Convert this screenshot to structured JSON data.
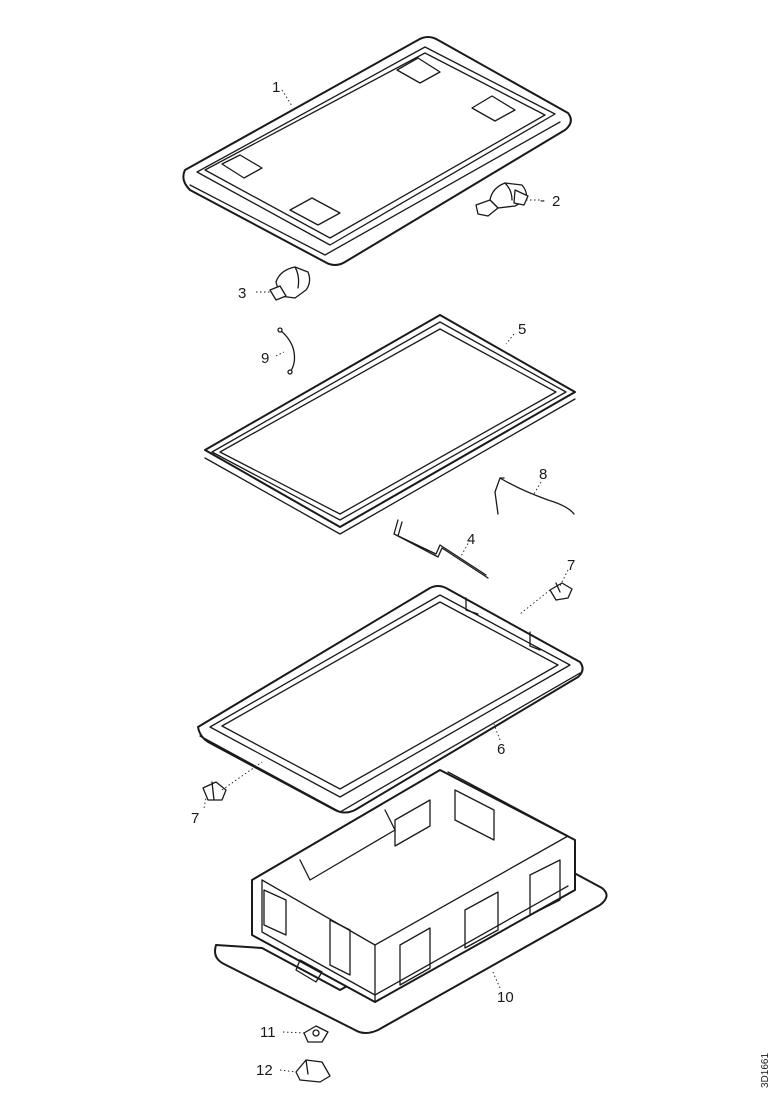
{
  "diagram": {
    "callouts": {
      "c1": "1",
      "c2": "2",
      "c3": "3",
      "c4": "4",
      "c5": "5",
      "c6": "6",
      "c7a": "7",
      "c7b": "7",
      "c8": "8",
      "c9": "9",
      "c10": "10",
      "c11": "11",
      "c12": "12",
      "c2_dash": "-"
    },
    "document_id": "3D1661"
  }
}
